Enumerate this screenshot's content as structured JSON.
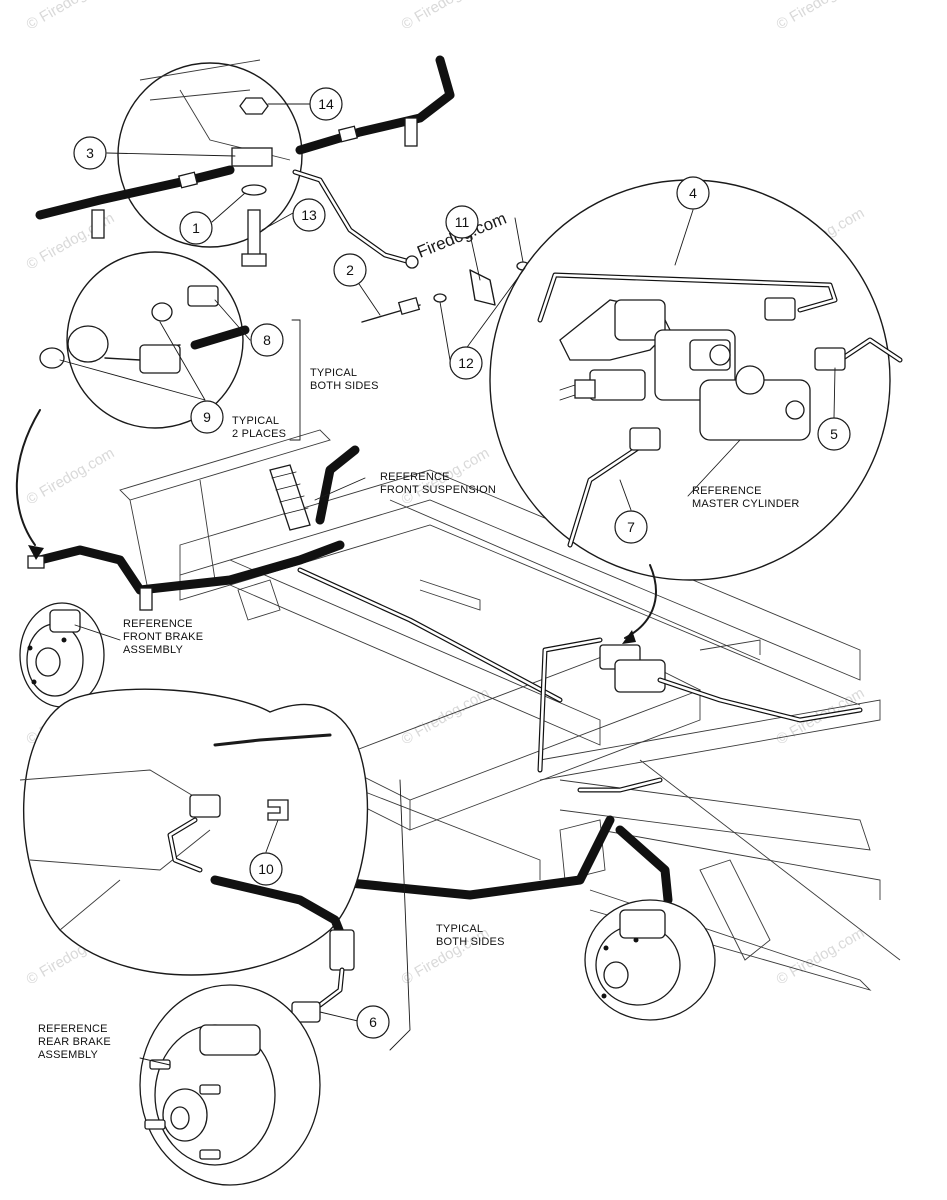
{
  "callouts": [
    {
      "id": "1",
      "text": "1"
    },
    {
      "id": "2",
      "text": "2"
    },
    {
      "id": "3",
      "text": "3"
    },
    {
      "id": "4",
      "text": "4"
    },
    {
      "id": "5",
      "text": "5"
    },
    {
      "id": "6",
      "text": "6"
    },
    {
      "id": "7",
      "text": "7"
    },
    {
      "id": "8",
      "text": "8"
    },
    {
      "id": "9",
      "text": "9"
    },
    {
      "id": "10",
      "text": "10"
    },
    {
      "id": "11",
      "text": "11"
    },
    {
      "id": "12",
      "text": "12"
    },
    {
      "id": "13",
      "text": "13"
    },
    {
      "id": "14",
      "text": "14"
    }
  ],
  "labels": {
    "typical_both_sides_top": [
      "TYPICAL",
      "BOTH SIDES"
    ],
    "typical_2_places": [
      "TYPICAL",
      "2 PLACES"
    ],
    "ref_front_suspension": [
      "REFERENCE",
      "FRONT SUSPENSION"
    ],
    "ref_master_cylinder": [
      "REFERENCE",
      "MASTER CYLINDER"
    ],
    "ref_front_brake": [
      "REFERENCE",
      "FRONT BRAKE",
      "ASSEMBLY"
    ],
    "typical_both_sides_bottom": [
      "TYPICAL",
      "BOTH SIDES"
    ],
    "ref_rear_brake": [
      "REFERENCE",
      "REAR BRAKE",
      "ASSEMBLY"
    ]
  },
  "watermark": "© Firedog.com",
  "watermark_center": "Firedog.com",
  "colors": {
    "ink": "#1a1a1a",
    "paper": "#ffffff",
    "watermark": "#d9d9d9"
  }
}
